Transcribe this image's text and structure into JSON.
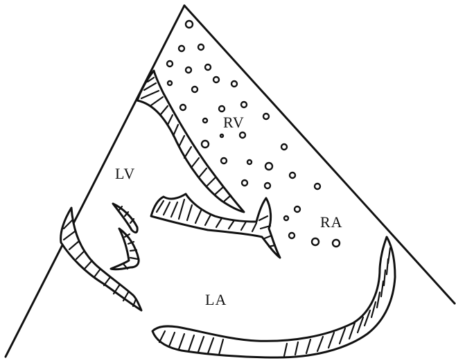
{
  "diagram": {
    "labels": {
      "lv": "LV",
      "rv": "RV",
      "ra": "RA",
      "la": "LA"
    }
  }
}
